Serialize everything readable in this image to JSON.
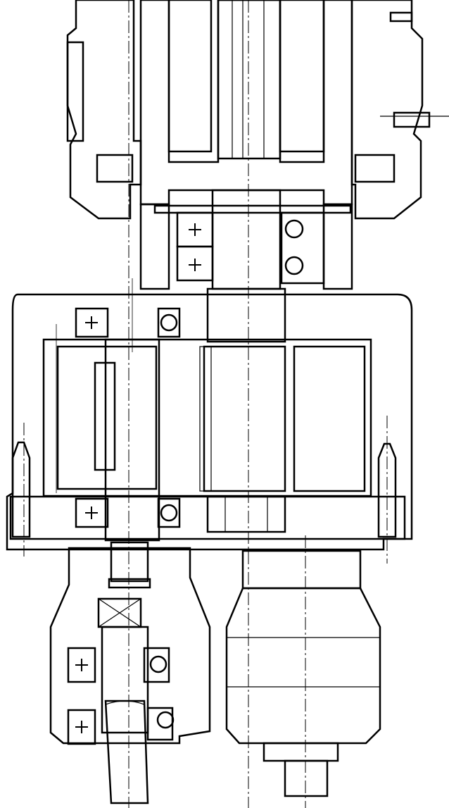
{
  "figure": {
    "caption": "",
    "title": "",
    "labels": []
  },
  "drawing": {
    "type": "mechanical-cross-section",
    "ink_color": "#000000",
    "paper_color": "#ffffff",
    "hatch": "diagonal",
    "bearing_symbols": [
      {
        "kind": "roller-bearing",
        "marker": "+"
      },
      {
        "kind": "roller-bearing",
        "marker": "+"
      },
      {
        "kind": "roller-bearing",
        "marker": "+"
      },
      {
        "kind": "roller-bearing",
        "marker": "+"
      },
      {
        "kind": "roller-bearing",
        "marker": "+"
      },
      {
        "kind": "roller-bearing",
        "marker": "+"
      }
    ],
    "ball_bearing_count": 6
  }
}
